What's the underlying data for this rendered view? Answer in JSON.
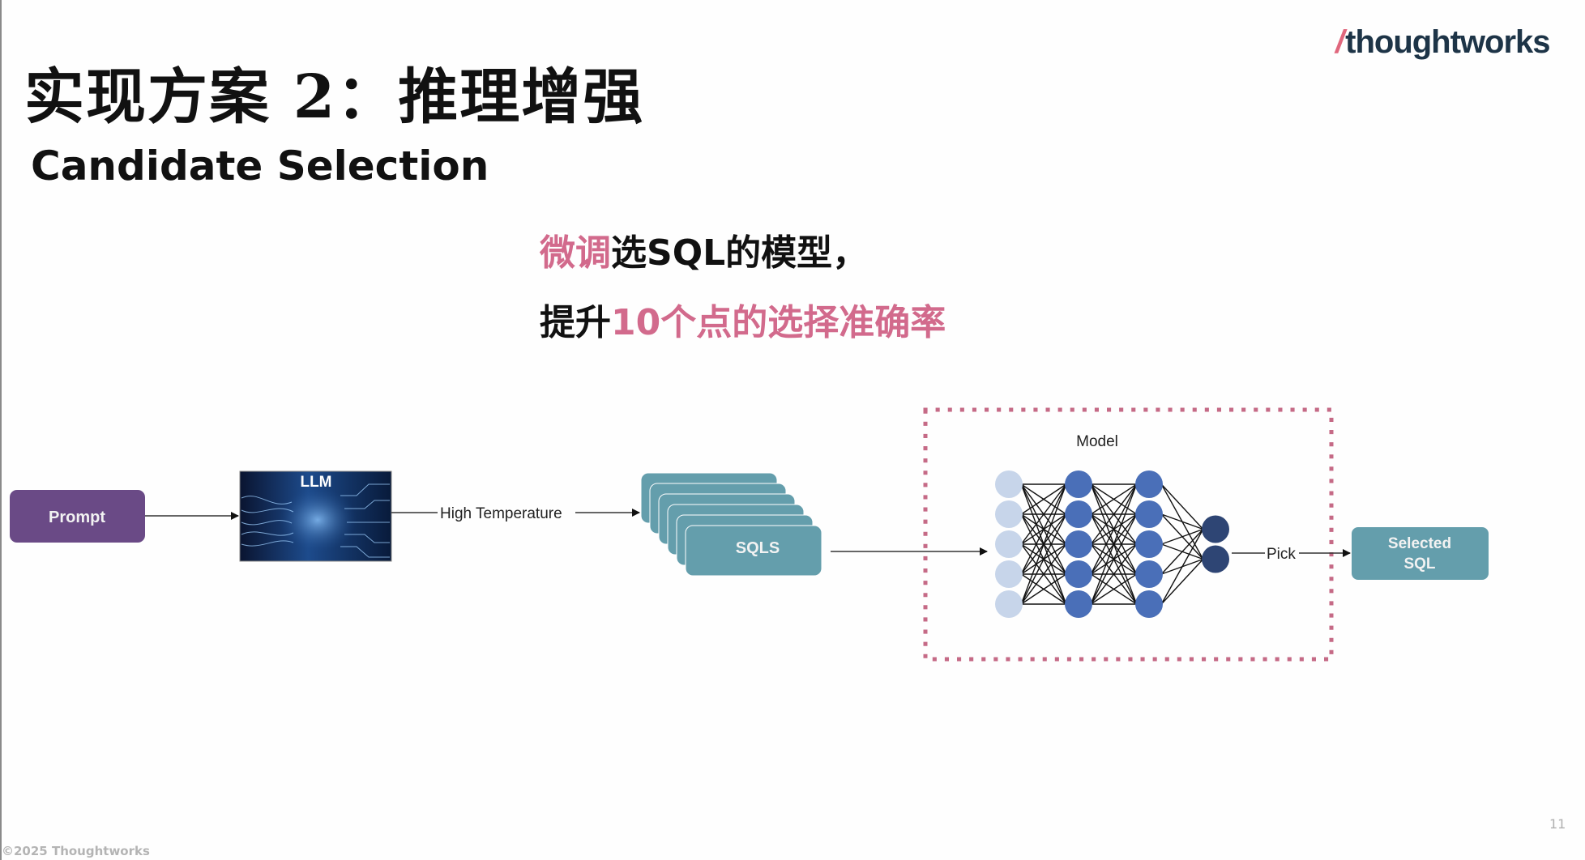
{
  "slide": {
    "title": "实现方案 2：推理增强",
    "subtitle": "Candidate Selection",
    "highlight_line1": {
      "pink": "微调",
      "dark": "选SQL的模型，"
    },
    "highlight_line2": {
      "dark": "提升",
      "pink": "10个点的选择准确率"
    },
    "logo": {
      "slash": "/",
      "text": "thoughtworks"
    },
    "footer": "©2025  Thoughtworks",
    "page_number": "11"
  },
  "diagram": {
    "nodes": {
      "prompt": "Prompt",
      "llm": "LLM",
      "sqls": "SQLS",
      "model": "Model",
      "selected_sql_line1": "Selected",
      "selected_sql_line2": "SQL"
    },
    "edges": {
      "llm_to_sqls": "High Temperature",
      "model_to_selected": "Pick"
    },
    "neural_net": {
      "layers": [
        5,
        5,
        5,
        2
      ],
      "layer_colors": [
        "#c7d5ea",
        "#4a6fb8",
        "#4a6fb8",
        "#2e4574"
      ]
    },
    "colors": {
      "prompt_fill": "#6a4a86",
      "sql_fill": "#649eac",
      "dotted_border": "#c56a86",
      "llm_bg": "#0b1630"
    }
  }
}
